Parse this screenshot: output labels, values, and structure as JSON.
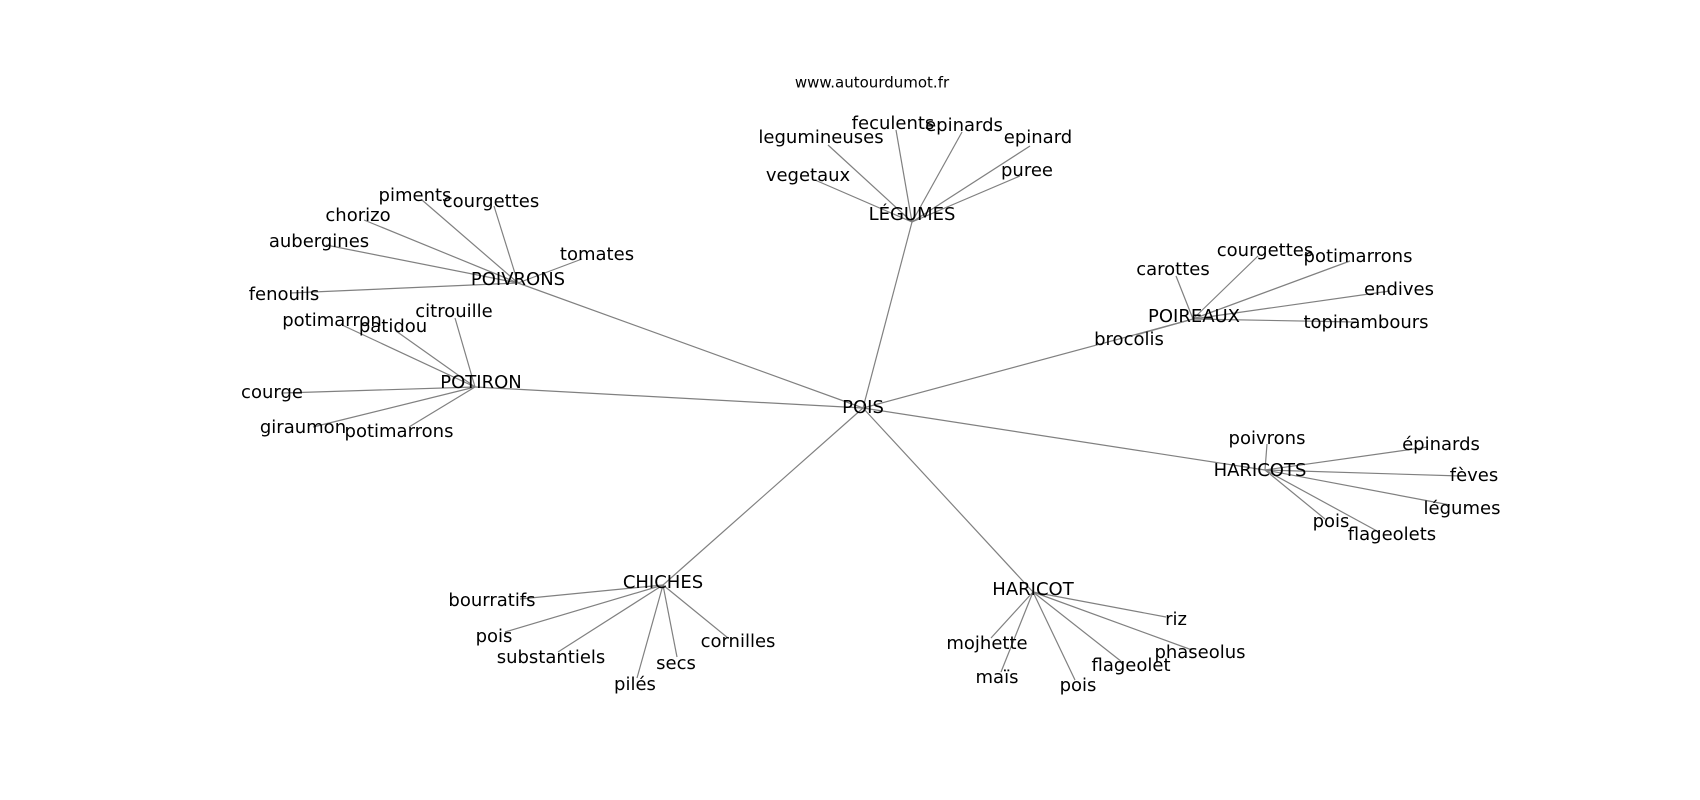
{
  "source_label": "www.autourdumot.fr",
  "edge_color": "#808080",
  "center": {
    "label": "POIS"
  },
  "clusters": [
    {
      "id": "legumes",
      "label": "LÉGUMES",
      "leaves": [
        "legumineuses",
        "feculents",
        "epinards",
        "epinard",
        "vegetaux",
        "puree"
      ]
    },
    {
      "id": "poivrons",
      "label": "POIVRONS",
      "leaves": [
        "piments",
        "courgettes",
        "chorizo",
        "aubergines",
        "tomates",
        "fenouils"
      ]
    },
    {
      "id": "potiron",
      "label": "POTIRON",
      "leaves": [
        "citrouille",
        "potimarron",
        "patidou",
        "courge",
        "giraumon",
        "potimarrons"
      ]
    },
    {
      "id": "poireaux",
      "label": "POIREAUX",
      "leaves": [
        "courgettes",
        "potimarrons",
        "carottes",
        "endives",
        "topinambours",
        "brocolis"
      ]
    },
    {
      "id": "haricots",
      "label": "HARICOTS",
      "leaves": [
        "poivrons",
        "épinards",
        "fèves",
        "légumes",
        "pois",
        "flageolets"
      ]
    },
    {
      "id": "chiches",
      "label": "CHICHES",
      "leaves": [
        "bourratifs",
        "pois",
        "substantiels",
        "cornilles",
        "secs",
        "pilés"
      ]
    },
    {
      "id": "haricot",
      "label": "HARICOT",
      "leaves": [
        "riz",
        "mojhette",
        "phaseolus",
        "flageolet",
        "maïs",
        "pois"
      ]
    }
  ]
}
